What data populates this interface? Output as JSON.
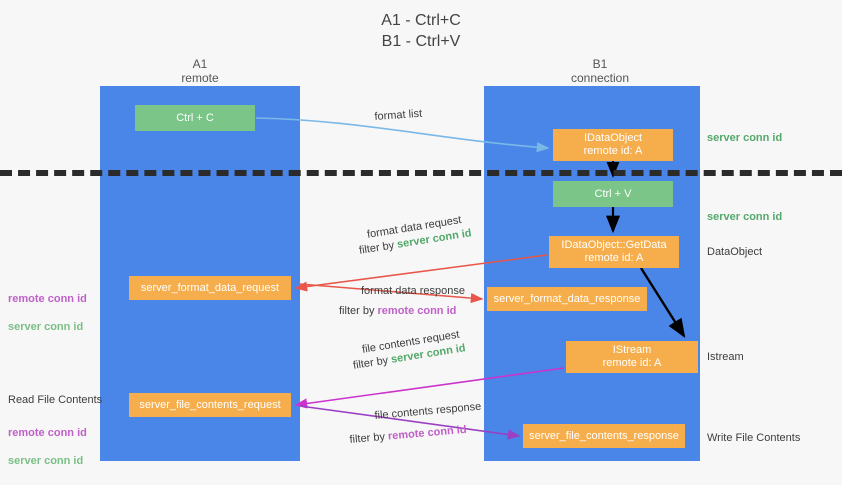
{
  "title": "A1 - Ctrl+C\nB1 - Ctrl+V",
  "lanes": [
    {
      "id": "a1",
      "label": "A1\nremote"
    },
    {
      "id": "b1",
      "label": "B1\nconnection"
    }
  ],
  "nodes": {
    "ctrl_c": "Ctrl + C",
    "ctrl_v": "Ctrl + V",
    "idataobject": "IDataObject\nremote id: A",
    "getdata": "IDataObject::GetData\nremote id: A",
    "istream": "IStream\nremote id: A",
    "format_data_request": "server_format_data_request",
    "format_data_response": "server_format_data_response",
    "file_contents_request": "server_file_contents_request",
    "file_contents_response": "server_file_contents_response"
  },
  "edges": {
    "format_list": "format list",
    "format_data_request": "format data request",
    "format_data_request_filter_prefix": "filter by ",
    "format_data_request_filter_key": "server conn id",
    "format_data_response": "format data response",
    "format_data_response_filter_prefix": "filter by ",
    "format_data_response_filter_key": "remote conn id",
    "file_contents_request": "file contents request",
    "file_contents_request_filter_prefix": "filter by ",
    "file_contents_request_filter_key": "server conn id",
    "file_contents_response": "file contents response",
    "file_contents_response_filter_prefix": "filter by ",
    "file_contents_response_filter_key": "remote conn id"
  },
  "annotations": {
    "right_server_conn_id_top": "server conn id",
    "right_server_conn_id_mid": "server conn id",
    "right_dataobject": "DataObject",
    "right_istream": "Istream",
    "right_write_file_contents": "Write File Contents",
    "left_read_file_contents": "Read File Contents",
    "left_remote_conn_id_1": "remote conn id",
    "left_server_conn_id_1": "server conn id",
    "left_remote_conn_id_2": "remote conn id",
    "left_server_conn_id_2": "server conn id"
  },
  "colors": {
    "lane": "#4a86e8",
    "green_node": "#7bc588",
    "orange_node": "#f6ae4c",
    "remote_conn_id": "#c060c8",
    "server_conn_id": "#54a86a",
    "divider": "#2b2b2b",
    "arrow_blue": "#7ab8e8",
    "arrow_red": "#e8574a",
    "arrow_magenta": "#cc33cc",
    "arrow_purple": "#9b3fc4",
    "arrow_black": "#000000",
    "background": "#f7f7f7"
  }
}
